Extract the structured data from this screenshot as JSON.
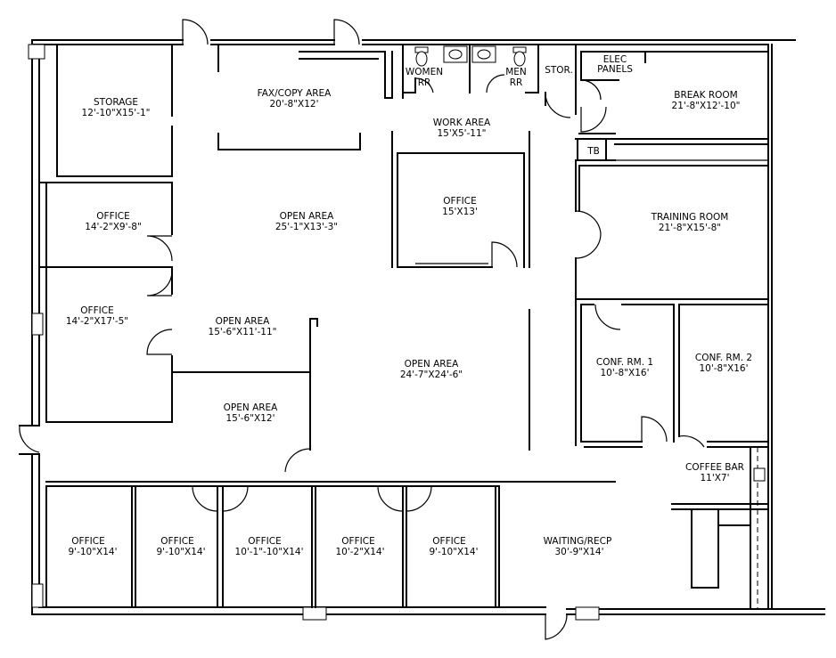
{
  "rooms": {
    "storage": {
      "name": "STORAGE",
      "dim": "12'-10\"X15'-1\""
    },
    "fax": {
      "name": "FAX/COPY AREA",
      "dim": "20'-8\"X12'"
    },
    "women": {
      "name": "WOMEN",
      "dim": "RR"
    },
    "men": {
      "name": "MEN",
      "dim": "RR"
    },
    "stor": {
      "name": "STOR."
    },
    "elec": {
      "name": "ELEC",
      "dim": "PANELS"
    },
    "break": {
      "name": "BREAK ROOM",
      "dim": "21'-8\"X12'-10\""
    },
    "work": {
      "name": "WORK AREA",
      "dim": "15'X5'-11\""
    },
    "office_c": {
      "name": "OFFICE",
      "dim": "15'X13'"
    },
    "tb": {
      "name": "TB"
    },
    "office_w1": {
      "name": "OFFICE",
      "dim": "14'-2\"X9'-8\""
    },
    "open1": {
      "name": "OPEN AREA",
      "dim": "25'-1\"X13'-3\""
    },
    "training": {
      "name": "TRAINING ROOM",
      "dim": "21'-8\"X15'-8\""
    },
    "office_w2": {
      "name": "OFFICE",
      "dim": "14'-2\"X17'-5\""
    },
    "open2": {
      "name": "OPEN AREA",
      "dim": "15'-6\"X11'-11\""
    },
    "open3": {
      "name": "OPEN AREA",
      "dim": "24'-7\"X24'-6\""
    },
    "conf1": {
      "name": "CONF. RM. 1",
      "dim": "10'-8\"X16'"
    },
    "conf2": {
      "name": "CONF. RM. 2",
      "dim": "10'-8\"X16'"
    },
    "open4": {
      "name": "OPEN AREA",
      "dim": "15'-6\"X12'"
    },
    "coffee": {
      "name": "COFFEE BAR",
      "dim": "11'X7'"
    },
    "office_b1": {
      "name": "OFFICE",
      "dim": "9'-10\"X14'"
    },
    "office_b2": {
      "name": "OFFICE",
      "dim": "9'-10\"X14'"
    },
    "office_b3": {
      "name": "OFFICE",
      "dim": "10'-1\"-10\"X14'"
    },
    "office_b4": {
      "name": "OFFICE",
      "dim": "10'-2\"X14'"
    },
    "office_b5": {
      "name": "OFFICE",
      "dim": "9'-10\"X14'"
    },
    "waiting": {
      "name": "WAITING/RECP",
      "dim": "30'-9\"X14'"
    }
  }
}
